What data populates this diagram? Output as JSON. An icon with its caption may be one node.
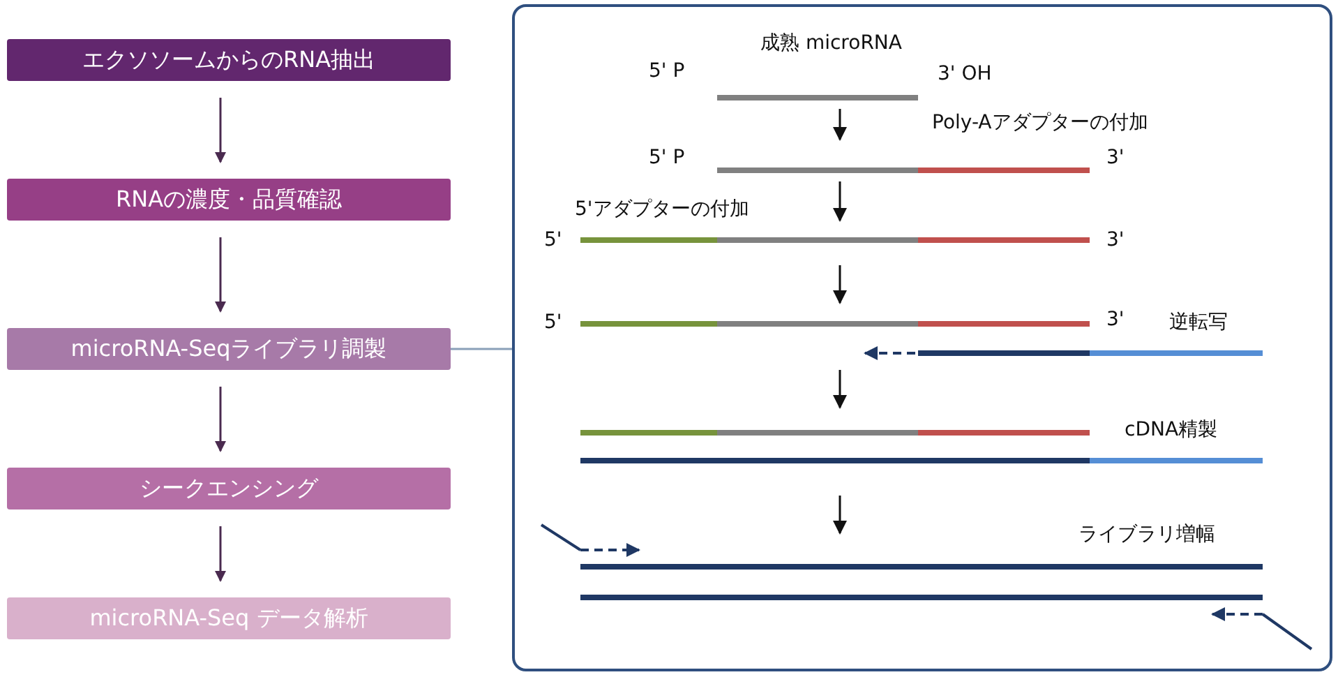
{
  "diagram": {
    "nodes": [
      {
        "text": [
          "エクソソームからのRNA抽出"
        ]
      },
      {
        "text": [
          "RNAの濃度・品質確認"
        ]
      },
      {
        "text": [
          "microRNA-Seqライブラリ調製"
        ]
      },
      {
        "text": [
          "シークエンシング"
        ]
      },
      {
        "text": [
          "microRNA-Seq データ解析"
        ]
      },
      {
        "text": [],
        "shape": "box"
      }
    ],
    "edges": [
      {
        "from": 0,
        "to": 1,
        "arrow": "to"
      },
      {
        "from": 1,
        "to": 2,
        "arrow": "to"
      },
      {
        "from": 2,
        "to": 3,
        "arrow": "to"
      },
      {
        "from": 3,
        "to": 4,
        "arrow": "to"
      },
      {
        "from": 2,
        "to": 5,
        "arrow": "none",
        "color": "#8aa0b8"
      }
    ],
    "labels": [
      "成熟 microRNA",
      "5' P",
      "3' OH",
      "Poly-Aアダプターの付加",
      "5' P",
      "3'",
      "5'アダプターの付加",
      "5'",
      "3'",
      "5'",
      "3'",
      "逆転写",
      "cDNA精製",
      "ライブラリ増幅"
    ]
  }
}
